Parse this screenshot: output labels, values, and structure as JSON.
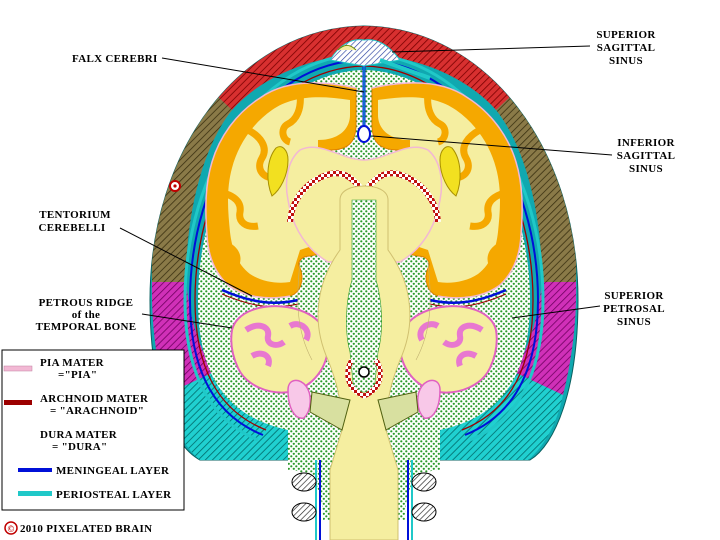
{
  "labels": {
    "falx_cerebri": "FALX CEREBRI",
    "superior_sagittal_sinus": [
      "SUPERIOR",
      "SAGITTAL",
      "SINUS"
    ],
    "inferior_sagittal_sinus": [
      "INFERIOR",
      "SAGITTAL",
      "SINUS"
    ],
    "tentorium_cerebelli": [
      "TENTORIUM",
      "CEREBELLI"
    ],
    "petrous_ridge": [
      "PETROUS RIDGE",
      "of the",
      "TEMPORAL BONE"
    ],
    "superior_petrosal_sinus": [
      "SUPERIOR",
      "PETROSAL",
      "SINUS"
    ]
  },
  "legend": {
    "items": [
      {
        "name": "PIA MATER",
        "alias": "=\"PIA\"",
        "color": "#f2b8d4"
      },
      {
        "name": "ARCHNOID MATER",
        "alias": "= \"ARACHNOID\"",
        "color": "#9c0000"
      },
      {
        "name": "DURA MATER",
        "alias": "= \"DURA\"",
        "color": "#ffffff"
      },
      {
        "name": "MENINGEAL  LAYER",
        "alias": "",
        "color": "#0010d8"
      },
      {
        "name": "PERIOSTEAL LAYER",
        "alias": "",
        "color": "#20c8c8"
      }
    ]
  },
  "copyright": {
    "symbol": "©",
    "text": "2010  PIXELATED BRAIN"
  },
  "colors": {
    "bone": "#7a6a38",
    "scalp_red": "#c02828",
    "scalp_magenta": "#c020a8",
    "scalp_cyan": "#10c0c0",
    "csf_green": "#2a9a2a",
    "white_matter": "#f5eea0",
    "gray_matter": "#f5a800",
    "pia": "#f2b8d4",
    "arachnoid": "#9c0000",
    "meningeal": "#0010d8",
    "periosteal": "#20c8c8"
  }
}
